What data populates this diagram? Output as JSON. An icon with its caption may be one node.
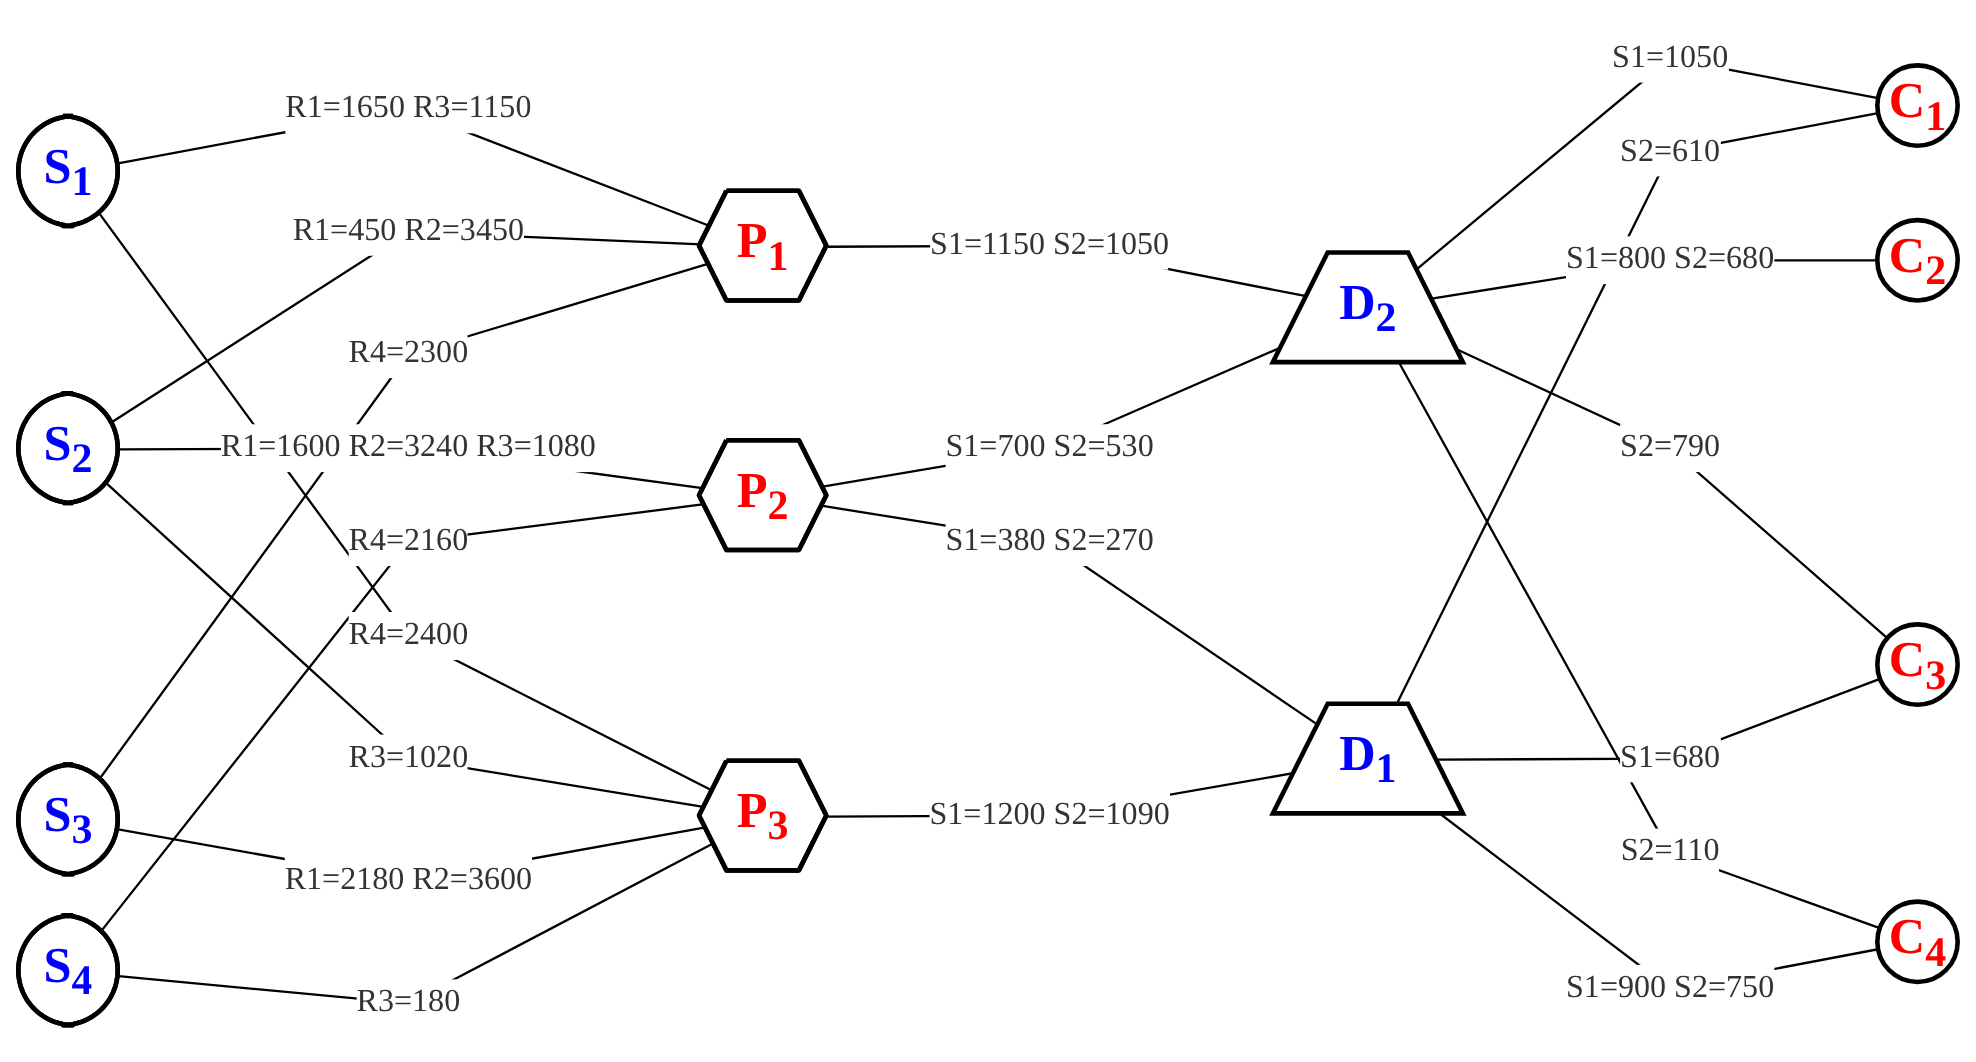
{
  "diagram": {
    "nodes": [
      {
        "text": [
          "S$_{1}$"
        ]
      },
      {
        "text": [
          "S$_{2}$"
        ]
      },
      {
        "text": [
          "S$_{3}$"
        ]
      },
      {
        "text": [
          "S$_{4}$"
        ]
      },
      {
        "text": [
          "P$_{1}$"
        ]
      },
      {
        "text": [
          "P$_{2}$"
        ]
      },
      {
        "text": [
          "P$_{3}$"
        ]
      },
      {
        "text": [
          "D$_{2}$"
        ]
      },
      {
        "text": [
          "D$_{1}$"
        ]
      },
      {
        "text": [
          "C$_{1}$"
        ]
      },
      {
        "text": [
          "C$_{2}$"
        ]
      },
      {
        "text": [
          "C$_{3}$"
        ]
      },
      {
        "text": [
          "C$_{4}$"
        ]
      }
    ],
    "edges": [
      {
        "from": 0,
        "to": 4,
        "arrow": "none",
        "label": "R1=1650 R3=1150"
      },
      {
        "from": 0,
        "to": 6,
        "arrow": "none",
        "label": "R4=2400"
      },
      {
        "from": 1,
        "to": 4,
        "arrow": "none",
        "label": "R1=450 R2=3450"
      },
      {
        "from": 1,
        "to": 5,
        "arrow": "none",
        "label": "R1=1600 R2=3240 R3=1080"
      },
      {
        "from": 1,
        "to": 6,
        "arrow": "none",
        "label": "R3=1020"
      },
      {
        "from": 2,
        "to": 4,
        "arrow": "none",
        "label": "R4=2300"
      },
      {
        "from": 2,
        "to": 6,
        "arrow": "none",
        "label": "R1=2180 R2=3600"
      },
      {
        "from": 3,
        "to": 5,
        "arrow": "none",
        "label": "R4=2160"
      },
      {
        "from": 3,
        "to": 6,
        "arrow": "none",
        "label": "R3=180"
      },
      {
        "from": 4,
        "to": 7,
        "arrow": "none",
        "label": "S1=1150 S2=1050"
      },
      {
        "from": 5,
        "to": 7,
        "arrow": "none",
        "label": "S1=700 S2=530"
      },
      {
        "from": 5,
        "to": 8,
        "arrow": "none",
        "label": "S1=380 S2=270"
      },
      {
        "from": 6,
        "to": 8,
        "arrow": "none",
        "label": "S1=1200 S2=1090"
      },
      {
        "from": 7,
        "to": 9,
        "arrow": "none",
        "label": "S1=1050"
      },
      {
        "from": 8,
        "to": 9,
        "arrow": "none",
        "label": "S2=610"
      },
      {
        "from": 7,
        "to": 10,
        "arrow": "none",
        "label": "S1=800 S2=680"
      },
      {
        "from": 7,
        "to": 11,
        "arrow": "none",
        "label": "S2=790"
      },
      {
        "from": 7,
        "to": 12,
        "arrow": "none",
        "label": "S2=110"
      },
      {
        "from": 8,
        "to": 11,
        "arrow": "none",
        "label": "S1=680"
      },
      {
        "from": 8,
        "to": 12,
        "arrow": "none",
        "label": "S1=900 S2=750"
      }
    ]
  }
}
